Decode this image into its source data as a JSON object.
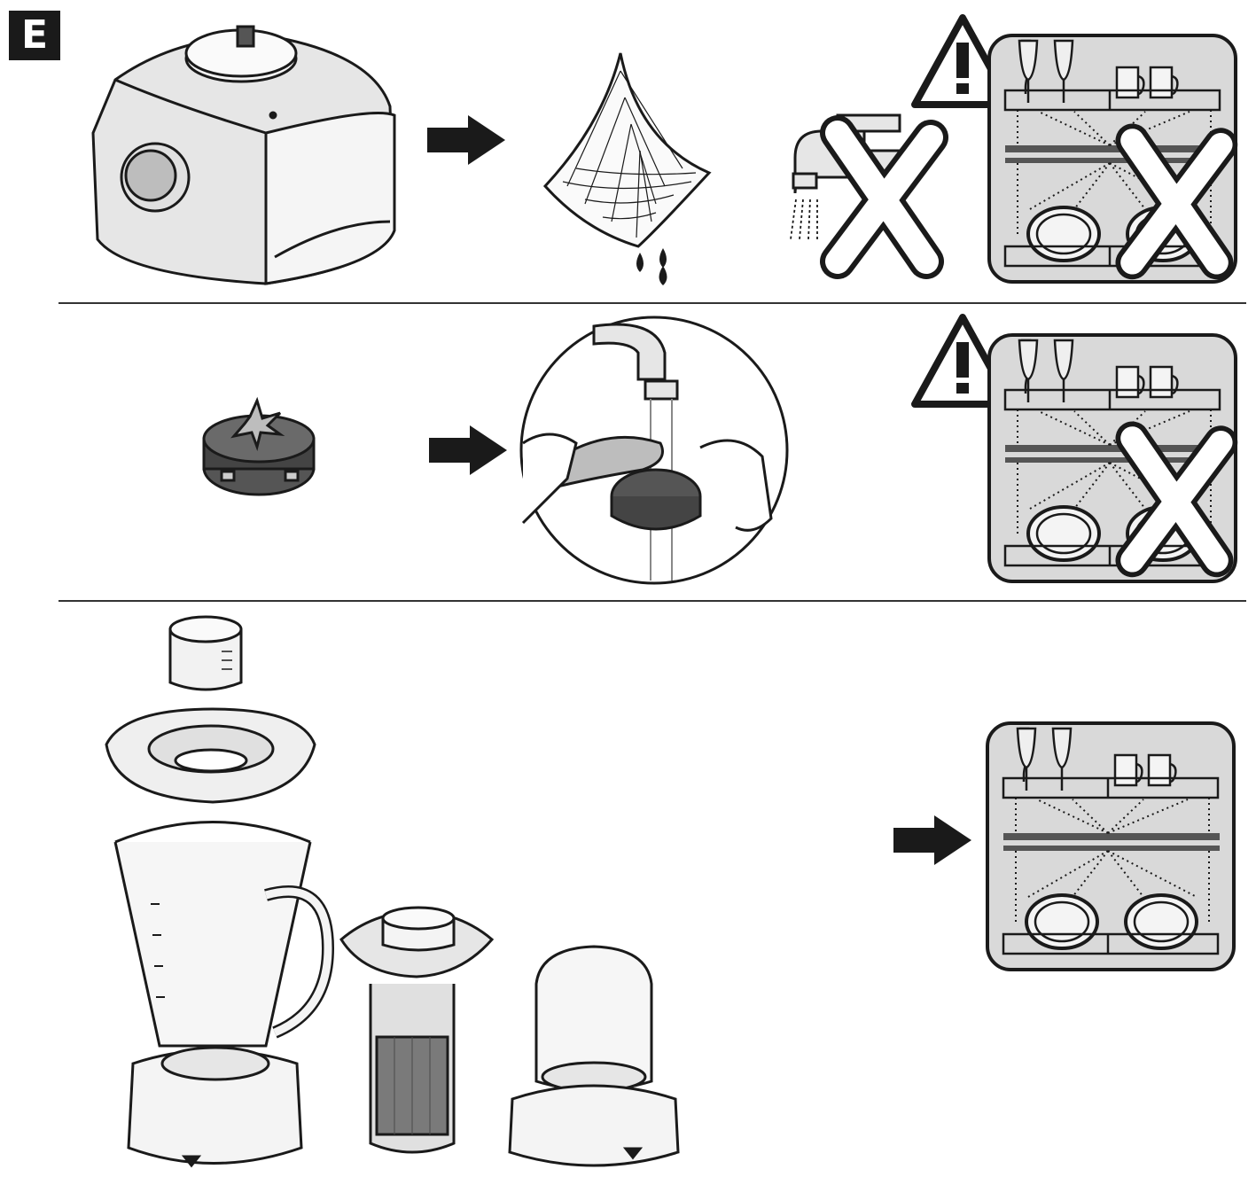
{
  "section_badge": {
    "label": "E"
  },
  "rows": [
    {
      "id": "motor-base",
      "steps": [
        "motor-base-illustration",
        "arrow-right-icon",
        "damp-cloth-icon"
      ],
      "prohibited": [
        "tap-water-icon",
        "dishwasher-icon"
      ],
      "warning": "warning-triangle-icon"
    },
    {
      "id": "blade-unit",
      "steps": [
        "blade-unit-illustration",
        "arrow-right-icon",
        "brush-under-tap-icon"
      ],
      "prohibited": [
        "dishwasher-icon"
      ],
      "warning": "warning-triangle-icon"
    },
    {
      "id": "accessories",
      "steps": [
        "measuring-cup-icon",
        "blender-jug-icon",
        "filter-insert-icon",
        "mill-attachment-icon",
        "arrow-right-icon"
      ],
      "allowed": [
        "dishwasher-icon"
      ]
    }
  ],
  "colors": {
    "ink": "#1a1a1a",
    "panel": "#d9d9d9",
    "light": "#efefef",
    "mid": "#bdbdbd"
  }
}
